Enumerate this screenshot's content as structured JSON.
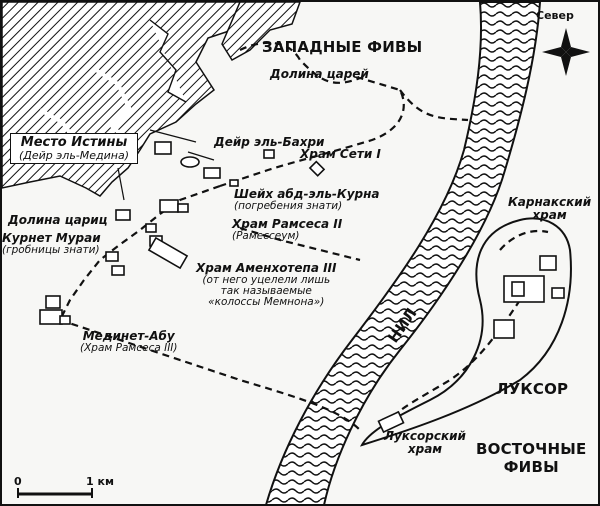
{
  "map": {
    "regions": {
      "west_thebes": "ЗАПАДНЫЕ ФИВЫ",
      "east_thebes_line1": "ВОСТОЧНЫЕ",
      "east_thebes_line2": "ФИВЫ",
      "luxor": "ЛУКСОР",
      "river": "НИЛ"
    },
    "north": "Север",
    "places": {
      "valley_kings": "Долина царей",
      "deir_bahri": "Дейр эль-Бахри",
      "seti_temple": "Храм Сети I",
      "deir_medina_title": "Место Истины",
      "deir_medina_sub": "(Дейр эль-Медина)",
      "sheikh_line1": "Шейх абд-эль-Курна",
      "sheikh_line2": "(погребения знати)",
      "valley_queens": "Долина цариц",
      "qurnet_line1": "Курнет Мураи",
      "qurnet_line2": "(гробницы знати)",
      "ramesses2_line1": "Храм Рамсеса II",
      "ramesses2_line2": "(Рамессеум)",
      "amenhotep_line1": "Храм Аменхотепа III",
      "amenhotep_line2": "(от него уцелели лишь",
      "amenhotep_line3": "так называемые",
      "amenhotep_line4": "«колоссы Мемнона»)",
      "medinet_line1": "Мединет-Абу",
      "medinet_line2": "(Храм Рамсеса III)",
      "karnak_line1": "Карнакский",
      "karnak_line2": "храм",
      "luxor_temple_line1": "Луксорский",
      "luxor_temple_line2": "храм"
    },
    "scale": {
      "zero": "0",
      "one": "1 км"
    }
  }
}
